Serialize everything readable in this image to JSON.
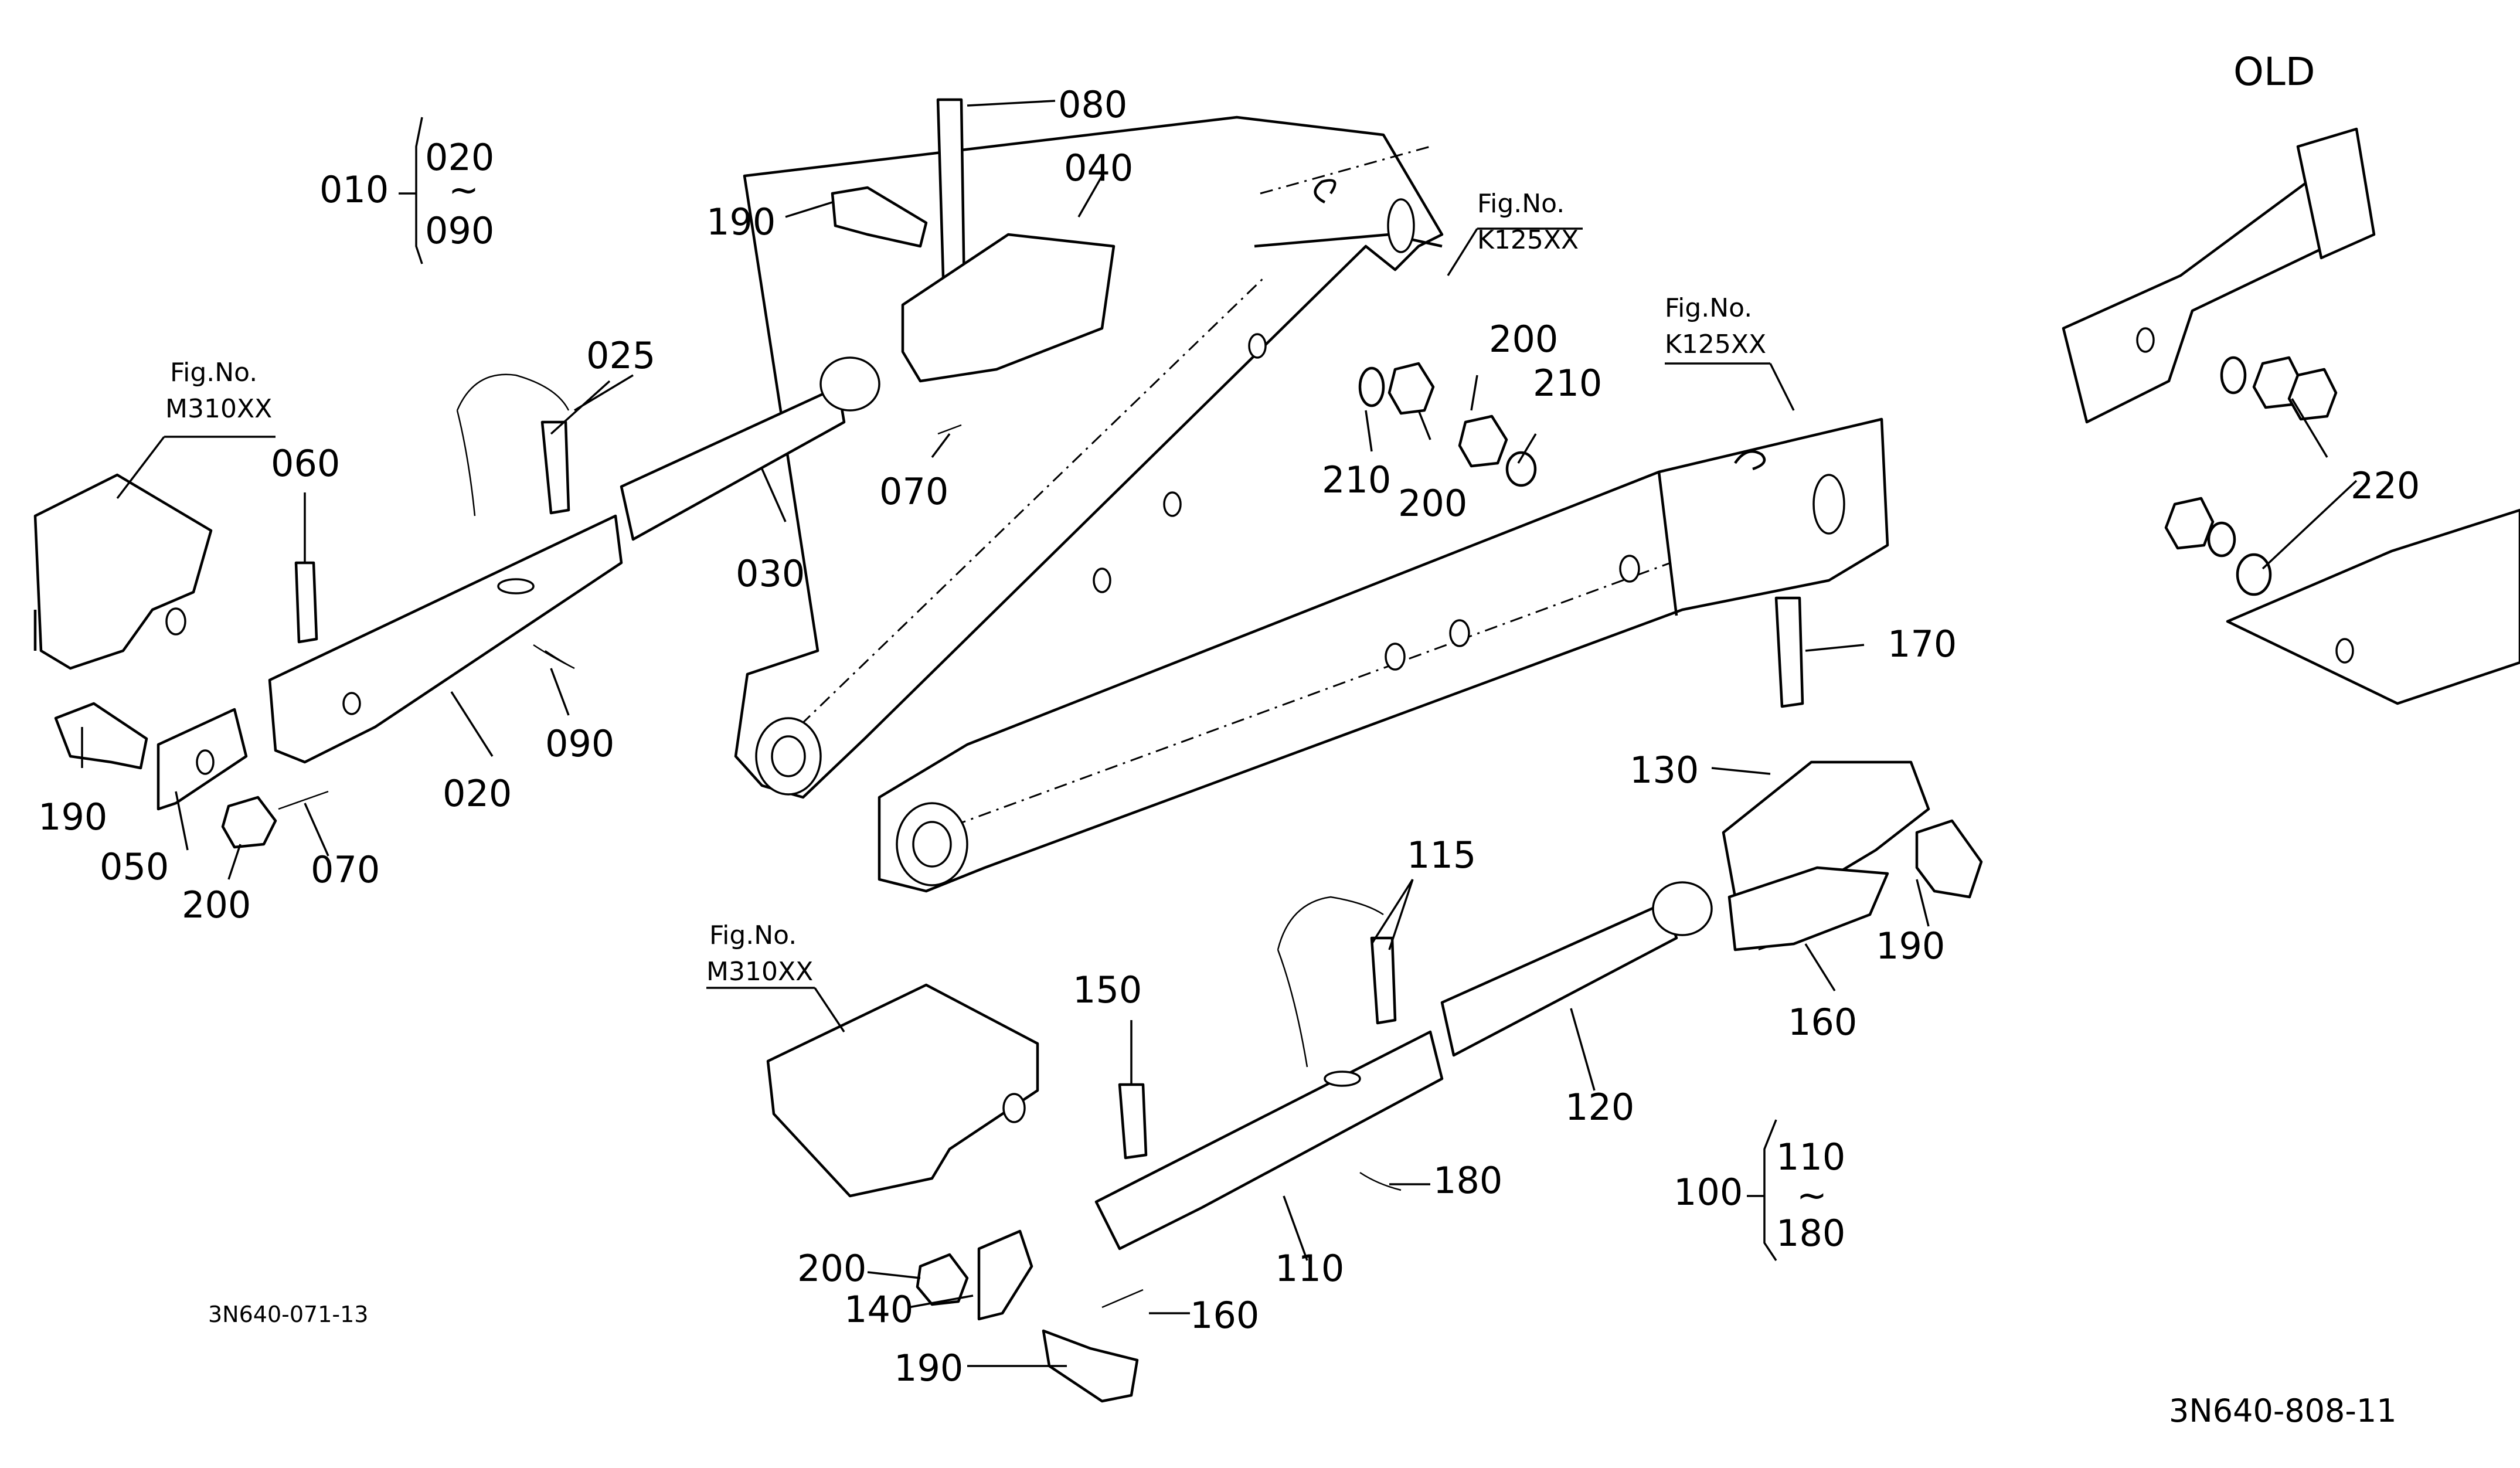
{
  "drawing": {
    "header_old": "OLD",
    "drawing_code_left": "3N640-071-13",
    "drawing_code_right": "3N640-808-11"
  },
  "figure_refs": {
    "top_left": {
      "line1": "Fig.No.",
      "line2": "M310XX"
    },
    "top_center": {
      "line1": "Fig.No.",
      "line2": "K125XX"
    },
    "mid_center": {
      "line1": "Fig.No.",
      "line2": "K125XX"
    },
    "bottom_center": {
      "line1": "Fig.No.",
      "line2": "M310XX"
    }
  },
  "assembly_groups": {
    "upper": {
      "parent": "010",
      "from": "020",
      "tilde": "~",
      "to": "090"
    },
    "lower": {
      "parent": "100",
      "from": "110",
      "tilde": "~",
      "to": "180"
    }
  },
  "part_labels": {
    "p080": "080",
    "p040": "040",
    "p190_top": "190",
    "p025": "025",
    "p060": "060",
    "p030": "030",
    "p070_top": "070",
    "p020": "020",
    "p090": "090",
    "p190_left": "190",
    "p050": "050",
    "p200_left": "200",
    "p070_left": "070",
    "p200_a": "200",
    "p210_a": "210",
    "p210_b": "210",
    "p200_b": "200",
    "p220": "220",
    "p170": "170",
    "p130": "130",
    "p115": "115",
    "p190_right": "190",
    "p160_right": "160",
    "p150": "150",
    "p120": "120",
    "p180": "180",
    "p110": "110",
    "p200_bottom": "200",
    "p140": "140",
    "p160_bottom": "160",
    "p190_bottom": "190"
  }
}
